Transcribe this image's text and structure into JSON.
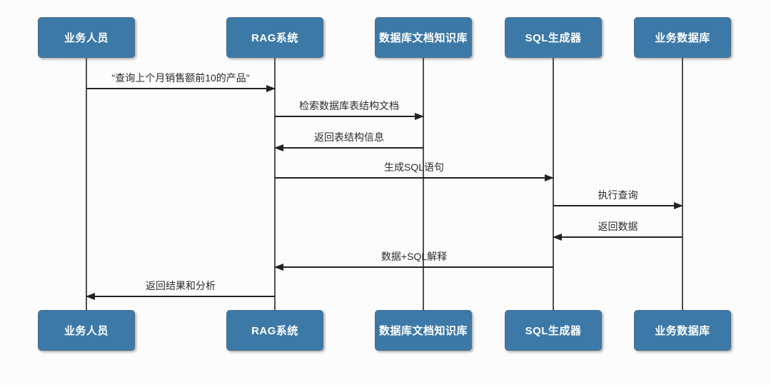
{
  "diagram": {
    "type": "sequence-diagram",
    "actors": [
      {
        "label": "业务人员"
      },
      {
        "label": "RAG系统"
      },
      {
        "label": "数据库文档知识库"
      },
      {
        "label": "SQL生成器"
      },
      {
        "label": "业务数据库"
      }
    ],
    "messages": [
      {
        "label": "\"查询上个月销售额前10的产品\"",
        "from": 0,
        "to": 1
      },
      {
        "label": "检索数据库表结构文档",
        "from": 1,
        "to": 2
      },
      {
        "label": "返回表结构信息",
        "from": 2,
        "to": 1
      },
      {
        "label": "生成SQL语句",
        "from": 1,
        "to": 3
      },
      {
        "label": "执行查询",
        "from": 3,
        "to": 4
      },
      {
        "label": "返回数据",
        "from": 4,
        "to": 3
      },
      {
        "label": "数据+SQL解释",
        "from": 3,
        "to": 1
      },
      {
        "label": "返回结果和分析",
        "from": 1,
        "to": 0
      }
    ],
    "colors": {
      "actor_fill": "#3c79a7",
      "actor_border": "#4d6f8e",
      "actor_text": "#ffffff",
      "lifeline": "#4f4f4f",
      "arrow": "#232323",
      "label_text": "#2b2b2b",
      "background": "#fcfcfc"
    }
  }
}
